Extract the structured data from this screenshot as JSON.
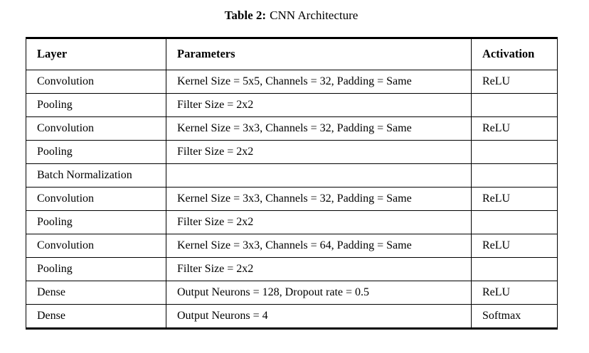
{
  "caption": {
    "label": "Table 2:",
    "title": "CNN Architecture"
  },
  "table": {
    "columns": [
      "Layer",
      "Parameters",
      "Activation"
    ],
    "rows": [
      {
        "layer": "Convolution",
        "parameters": "Kernel Size = 5x5, Channels = 32, Padding = Same",
        "activation": "ReLU"
      },
      {
        "layer": "Pooling",
        "parameters": "Filter Size = 2x2",
        "activation": ""
      },
      {
        "layer": "Convolution",
        "parameters": "Kernel Size = 3x3, Channels = 32, Padding = Same",
        "activation": "ReLU"
      },
      {
        "layer": "Pooling",
        "parameters": "Filter Size = 2x2",
        "activation": ""
      },
      {
        "layer": "Batch Normalization",
        "parameters": "",
        "activation": ""
      },
      {
        "layer": "Convolution",
        "parameters": "Kernel Size = 3x3, Channels = 32, Padding = Same",
        "activation": "ReLU"
      },
      {
        "layer": "Pooling",
        "parameters": "Filter Size = 2x2",
        "activation": ""
      },
      {
        "layer": "Convolution",
        "parameters": "Kernel Size = 3x3, Channels = 64, Padding = Same",
        "activation": "ReLU"
      },
      {
        "layer": "Pooling",
        "parameters": "Filter Size = 2x2",
        "activation": ""
      },
      {
        "layer": "Dense",
        "parameters": "Output Neurons = 128, Dropout rate = 0.5",
        "activation": "ReLU"
      },
      {
        "layer": "Dense",
        "parameters": "Output Neurons = 4",
        "activation": "Softmax"
      }
    ]
  },
  "colors": {
    "background": "#ffffff",
    "text": "#000000",
    "border": "#000000"
  }
}
